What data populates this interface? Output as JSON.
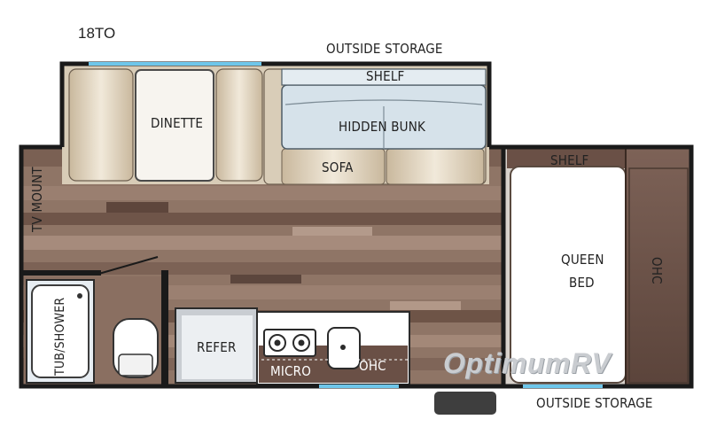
{
  "model": "18TO",
  "labels": {
    "outside_storage_top": "OUTSIDE STORAGE",
    "shelf_top": "SHELF",
    "dinette": "DINETTE",
    "hidden_bunk": "HIDDEN BUNK",
    "sofa": "SOFA",
    "shelf_right": "SHELF",
    "tv_mount": "TV MOUNT",
    "queen_bed_line1": "QUEEN",
    "queen_bed_line2": "BED",
    "ohc_right": "OHC",
    "tub_shower": "TUB/SHOWER",
    "refer": "REFER",
    "micro": "MICRO",
    "ohc_kitchen": "OHC",
    "outside_storage_bottom": "OUTSIDE STORAGE"
  },
  "watermark": "OptimumRV",
  "colors": {
    "wall": "#1a1a1a",
    "floor_dark": "#6e5548",
    "floor_light": "#a4887a",
    "cushion": "#e6dccb",
    "bunk_blue": "#d3dfe8",
    "window_blue": "#6ec6ea",
    "ohc_brown": "#6a5046"
  }
}
